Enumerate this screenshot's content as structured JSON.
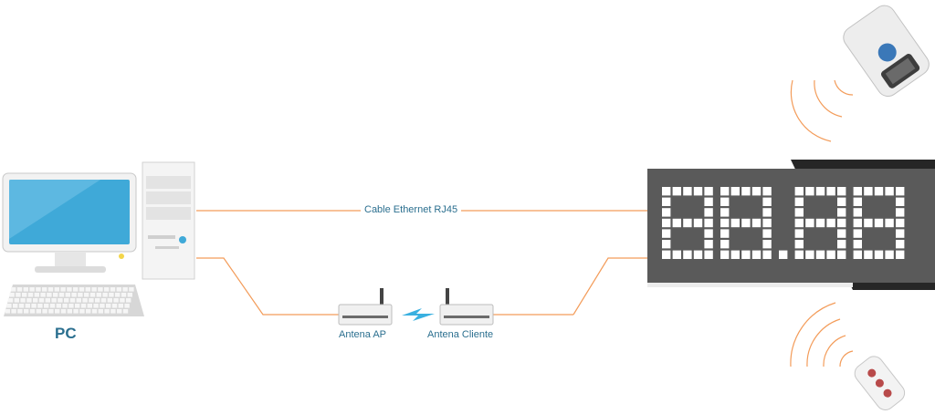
{
  "labels": {
    "pc": "PC",
    "cable": "Cable Ethernet RJ45",
    "antenna_ap": "Antena AP",
    "antenna_client": "Antena Cliente"
  },
  "display": {
    "digits": "88.88"
  },
  "colors": {
    "line": "#f39c5a",
    "label": "#2b6f8f",
    "display_bg": "#5a5a5a",
    "display_dark": "#262626",
    "led": "#ffffff",
    "monitor_screen": "#3fa9d8",
    "wireless": "#3ab0e0"
  },
  "icons": [
    "computer-monitor-icon",
    "pc-tower-icon",
    "keyboard-icon",
    "access-point-icon",
    "wireless-link-icon",
    "led-scoreboard-icon",
    "remote-control-icon",
    "signal-wave-icon"
  ]
}
